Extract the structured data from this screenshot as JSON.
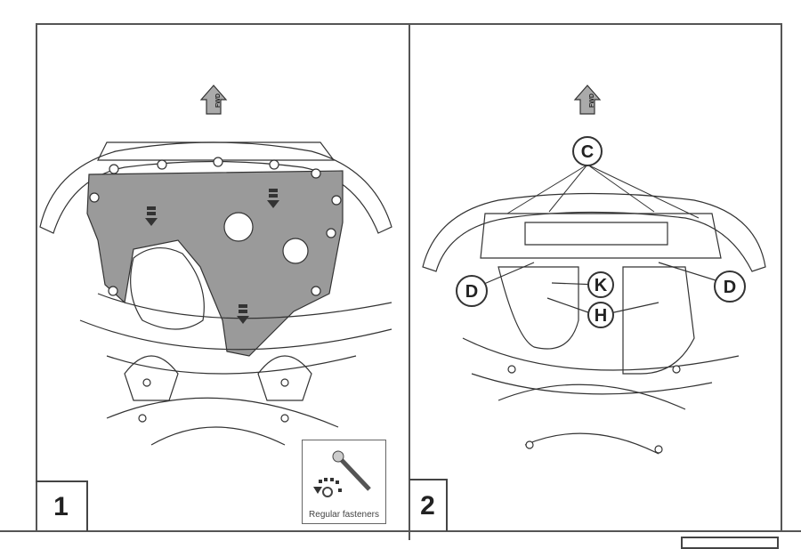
{
  "panels": [
    {
      "number": "1",
      "fwd_label": "FWD",
      "fastener_legend": "Regular fasteners"
    },
    {
      "number": "2",
      "fwd_label": "FWD",
      "callouts": [
        "C",
        "D",
        "D",
        "K",
        "H"
      ]
    }
  ],
  "colors": {
    "skid_plate": "#9a9a9a",
    "lines": "#333333"
  }
}
